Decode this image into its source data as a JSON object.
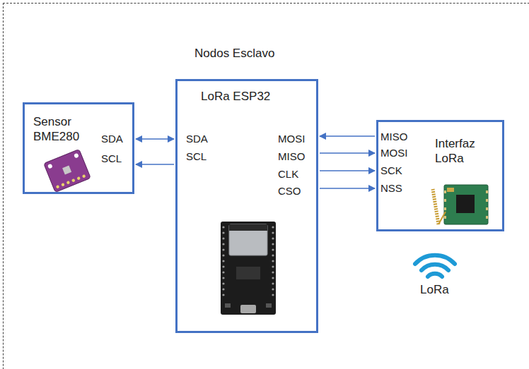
{
  "diagram": {
    "nodes": [
      {
        "text": [
          "Nodos Esclavo"
        ]
      },
      {
        "text": [
          "Sensor BME280"
        ],
        "in": 0
      },
      {
        "text": [
          "LoRa ESP32"
        ],
        "in": 0
      },
      {
        "text": [
          "Interfaz LoRa"
        ],
        "in": 0
      }
    ],
    "edges": [
      {
        "from": 1,
        "to": 2,
        "arrow": "both"
      },
      {
        "from": 2,
        "to": 1,
        "arrow": "to"
      },
      {
        "from": 3,
        "to": 2,
        "arrow": "to"
      },
      {
        "from": 2,
        "to": 3,
        "arrow": "to"
      },
      {
        "from": 2,
        "to": 3,
        "arrow": "to"
      },
      {
        "from": 2,
        "to": 3,
        "arrow": "to"
      }
    ],
    "labels": [
      "SDA",
      "SCL",
      "SDA",
      "SCL",
      "MOSI",
      "MISO",
      "CLK",
      "CSO",
      "MISO",
      "MOSI",
      "SCK",
      "NSS",
      "LoRa"
    ]
  }
}
